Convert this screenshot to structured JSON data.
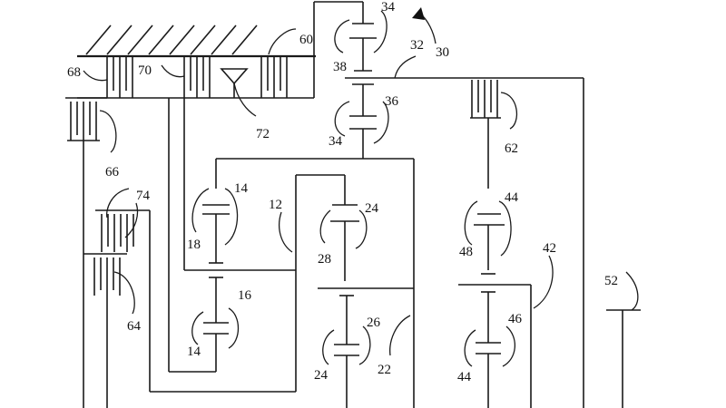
{
  "labels": {
    "l30": "30",
    "l32": "32",
    "l34_top": "34",
    "l38": "38",
    "l36": "36",
    "l34_mid": "34",
    "l60": "60",
    "l68": "68",
    "l70": "70",
    "l72": "72",
    "l62": "62",
    "l66": "66",
    "l74": "74",
    "l64": "64",
    "l14_a": "14",
    "l18": "18",
    "l12": "12",
    "l24_a": "24",
    "l28": "28",
    "l44_a": "44",
    "l48": "48",
    "l42": "42",
    "l52": "52",
    "l16": "16",
    "l14_b": "14",
    "l26": "26",
    "l24_b": "24",
    "l22": "22",
    "l46": "46",
    "l44_b": "44"
  }
}
